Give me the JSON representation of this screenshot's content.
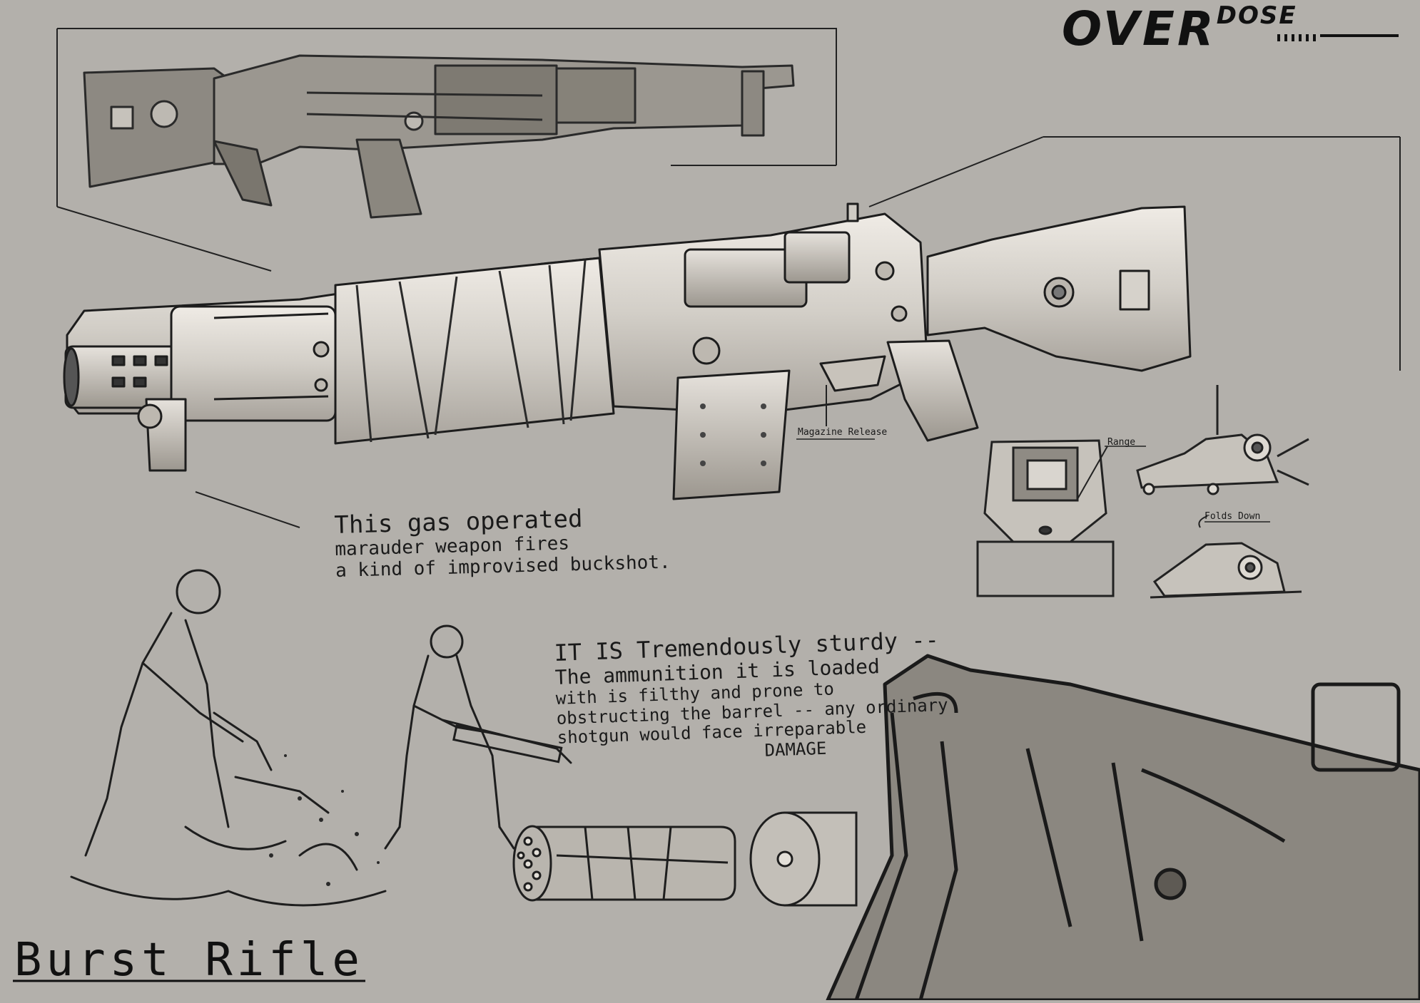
{
  "logo": {
    "main": "OVER",
    "sub": "DOSE"
  },
  "title": "Burst Rifle",
  "labels": {
    "magazine": "Magazine Release",
    "range": "Range",
    "folds": "Folds Down"
  },
  "notes": {
    "gas": [
      "This gas operated",
      "marauder weapon fires",
      "a kind of improvised buckshot."
    ],
    "sturdy": [
      "IT IS Tremendously sturdy --",
      "The ammunition it is loaded",
      "with is filthy and prone to",
      "obstructing the barrel -- any ordinary",
      "shotgun would face irreparable",
      "DAMAGE"
    ]
  }
}
